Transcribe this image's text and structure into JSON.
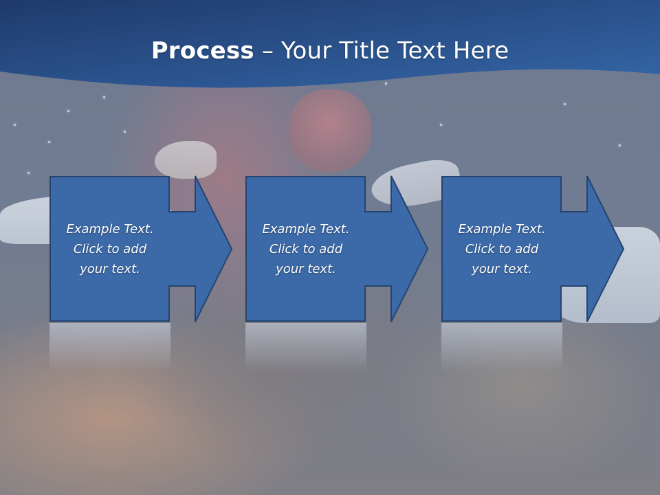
{
  "slide": {
    "title_bold": "Process",
    "title_rest": " – Your Title Text Here"
  },
  "steps": [
    {
      "line1": "Example Text.",
      "line2": "Click  to add",
      "line3": "your text."
    },
    {
      "line1": "Example Text.",
      "line2": "Click  to add",
      "line3": "your text."
    },
    {
      "line1": "Example Text.",
      "line2": "Click  to add",
      "line3": "your text."
    }
  ],
  "colors": {
    "banner_top": "#1f3a6b",
    "banner_bottom": "#3467a8",
    "box_fill": "#3c6aa8",
    "box_stroke": "#24446f"
  }
}
